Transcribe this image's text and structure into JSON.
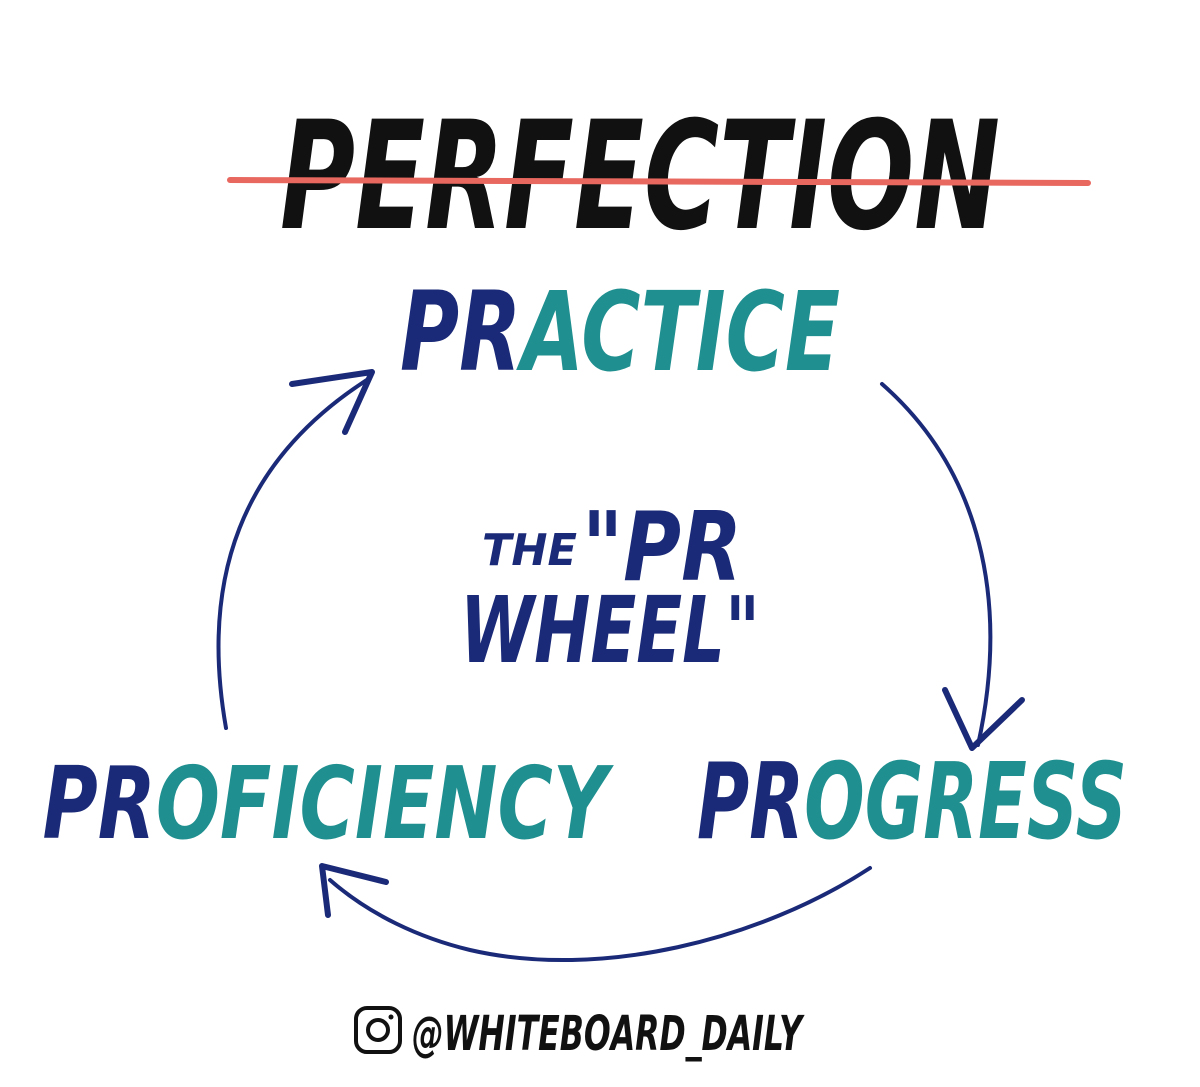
{
  "colors": {
    "background": "#ffffff",
    "black_marker": "#111111",
    "red_strike": "#e8675f",
    "navy_marker": "#1b2a78",
    "teal_marker": "#1f8f8f"
  },
  "crossed_out": {
    "text": "PERFECTION",
    "struck_through": true
  },
  "cycle": {
    "nodes": [
      {
        "prefix": "PR",
        "rest": "ACTICE"
      },
      {
        "prefix": "PR",
        "rest": "OGRESS"
      },
      {
        "prefix": "PR",
        "rest": "OFICIENCY"
      }
    ],
    "edges": [
      {
        "from": "PRACTICE",
        "to": "PROGRESS"
      },
      {
        "from": "PROGRESS",
        "to": "PROFICIENCY"
      },
      {
        "from": "PROFICIENCY",
        "to": "PRACTICE"
      }
    ]
  },
  "center": {
    "line1_the": "THE",
    "line1_pr": "\"PR",
    "line2": "WHEEL\""
  },
  "footer": {
    "icon": "instagram-icon",
    "handle": "@WHITEBOARD_DAILY"
  }
}
